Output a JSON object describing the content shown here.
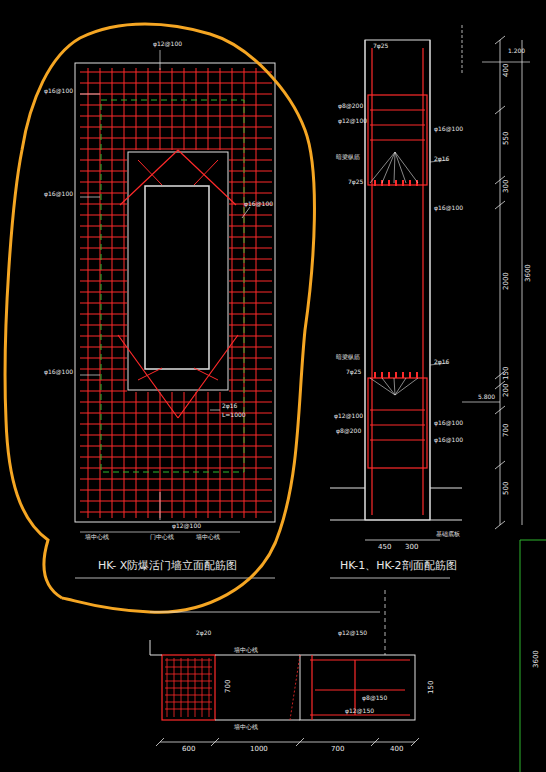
{
  "diagram": {
    "labels": [
      "φ12@100",
      "φ16@100",
      "φ16@100",
      "φ16@100",
      "φ16@100",
      "2φ16",
      "L=1000",
      "φ12@100",
      "墙中心线",
      "门中心线",
      "墙中心线",
      "HK- X防爆活门墙立面配筋图",
      "7φ25",
      "1.200",
      "400",
      "550",
      "300",
      "2000",
      "3600",
      "150",
      "200",
      "700",
      "500",
      "5.800",
      "φ8@200",
      "φ12@100",
      "暗梁纵筋",
      "7φ25",
      "2φ16",
      "φ16@100",
      "φ16@100",
      "暗梁纵筋",
      "7φ25",
      "2φ16",
      "φ12@100",
      "φ8@200",
      "φ16@100",
      "φ16@100",
      "450",
      "300",
      "基础底板",
      "HK-1、HK-2剖面配筋图",
      "2φ20",
      "φ12@150",
      "φ8@150",
      "φ12@150",
      "墙中心线",
      "墙中心线",
      "700",
      "150",
      "600",
      "1000",
      "700",
      "400",
      "3600"
    ]
  }
}
